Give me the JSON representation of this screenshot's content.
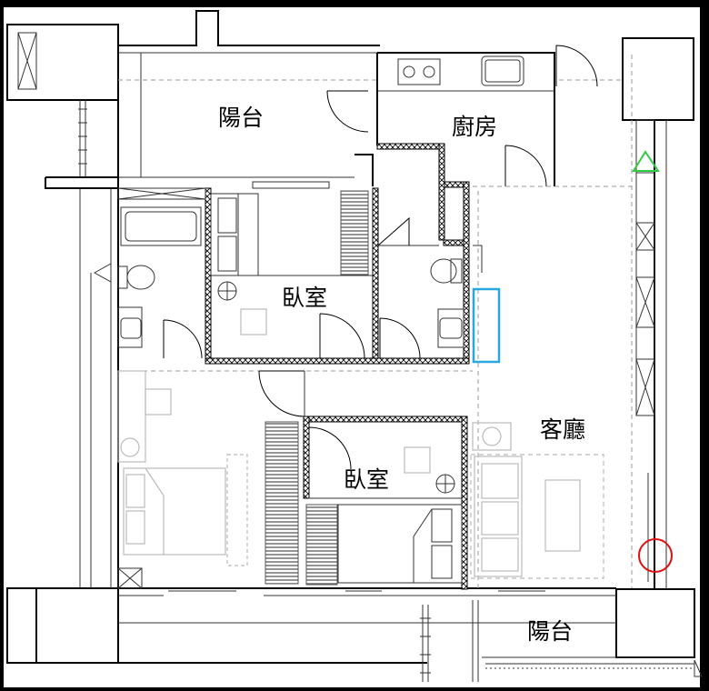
{
  "rooms": {
    "balcony_top": "陽台",
    "kitchen": "廚房",
    "bedroom_center": "臥室",
    "living_room": "客廳",
    "bedroom_lower": "臥室",
    "balcony_bottom": "陽台"
  },
  "colors": {
    "background": "#ffffff",
    "frame": "#000000",
    "wall": "#000000",
    "marker_blue": "#29a8e0",
    "marker_green": "#2ecc40",
    "marker_red": "#e01010"
  },
  "markers": {
    "blue_rectangle": "highlight-rectangle",
    "green_triangle": "triangle-marker",
    "red_circle": "circle-marker"
  }
}
